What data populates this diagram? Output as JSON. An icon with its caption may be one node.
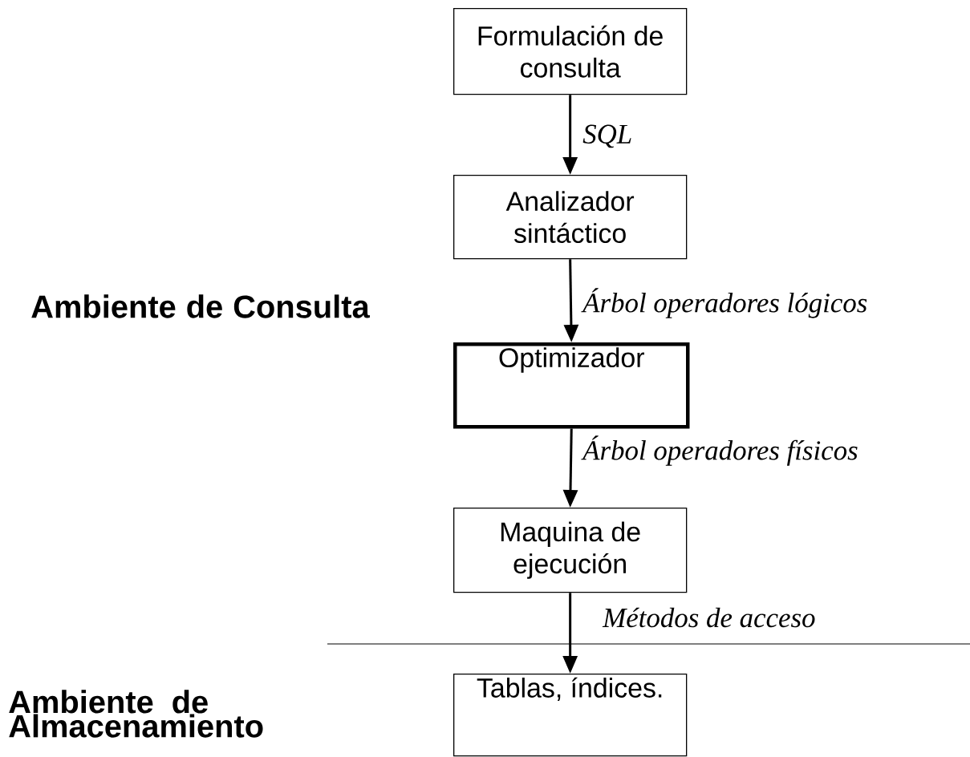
{
  "diagram": {
    "nodes": [
      {
        "text": [
          "Formulación de consulta"
        ]
      },
      {
        "text": [
          "Analizador sintáctico"
        ]
      },
      {
        "text": [
          "Optimizador"
        ]
      },
      {
        "text": [
          "Maquina  de ejecución"
        ]
      },
      {
        "text": [
          "Tablas, índices."
        ]
      }
    ],
    "edges": [
      {
        "from": 0,
        "to": 1,
        "arrow": "to",
        "label": "SQL"
      },
      {
        "from": 1,
        "to": 2,
        "arrow": "to",
        "label": "Árbol operadores lógicos"
      },
      {
        "from": 2,
        "to": 3,
        "arrow": "to",
        "label": "Árbol operadores físicos"
      },
      {
        "from": 3,
        "to": 4,
        "arrow": "to",
        "label": "Métodos de acceso"
      }
    ],
    "labels": [
      "Ambiente de Consulta",
      "Ambiente de Almacenamiento"
    ]
  }
}
